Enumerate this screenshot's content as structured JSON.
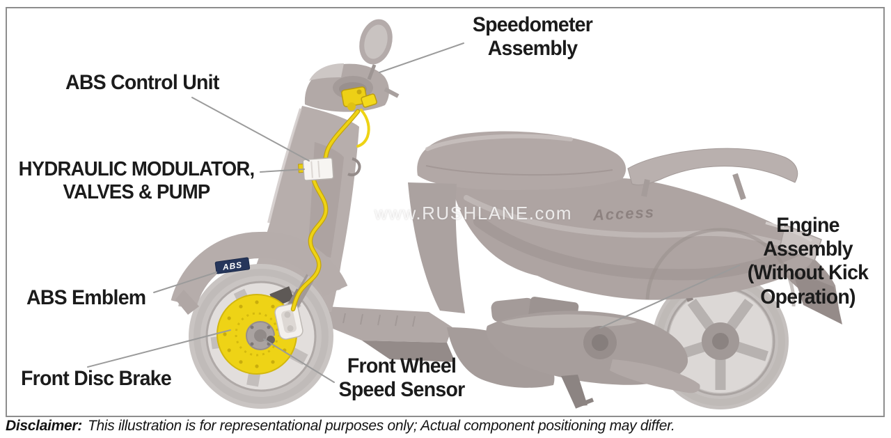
{
  "labels": {
    "speedometer_assembly": "Speedometer\nAssembly",
    "abs_control_unit": "ABS Control Unit",
    "hydraulic_modulator": "HYDRAULIC MODULATOR,\nVALVES & PUMP",
    "abs_emblem": "ABS Emblem",
    "front_disc_brake": "Front Disc Brake",
    "front_wheel_speed_sensor": "Front Wheel\nSpeed Sensor",
    "engine_assembly": "Engine\nAssembly\n(Without Kick\nOperation)"
  },
  "scooter": {
    "brand_badge": "Access",
    "abs_badge": "ABS"
  },
  "watermark": "www.RUSHLANE.com",
  "disclaimer": {
    "prefix": "Disclaimer:",
    "text": "This illustration is for representational purposes only; Actual component positioning may differ."
  },
  "colors": {
    "highlight_yellow": "#eed316",
    "body_gray": "#b3a9a7",
    "emblem_navy": "#26365b",
    "leader_line": "#9b9b9b"
  }
}
